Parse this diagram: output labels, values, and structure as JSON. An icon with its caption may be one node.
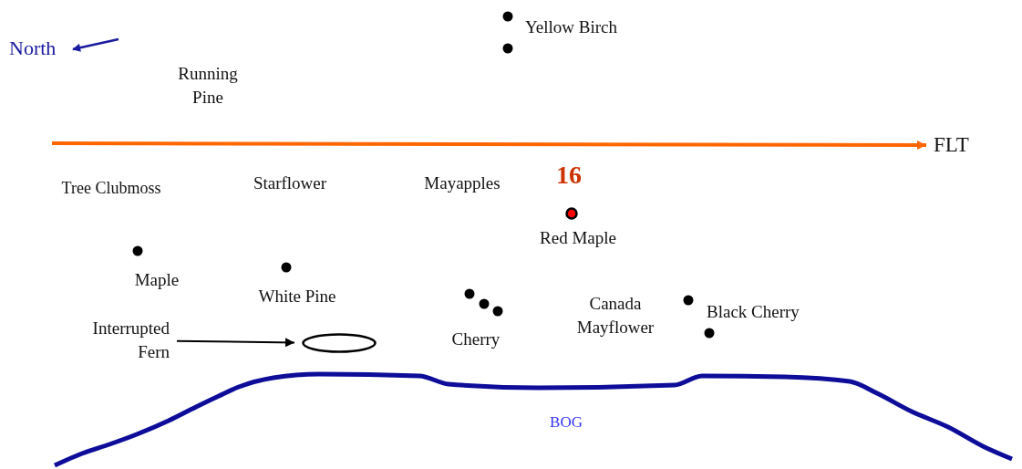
{
  "diagram": {
    "nodes": [
      {
        "text": [
          "Interrupted Fern"
        ]
      },
      {
        "text": [],
        "shape": "ellipse"
      },
      {
        "text": [
          "FLT"
        ]
      }
    ],
    "edges": [
      {
        "from": 0,
        "to": 1,
        "arrow": "to"
      },
      {
        "from": null,
        "to": 2,
        "arrow": "to",
        "style": "thick",
        "color": "#ff6600"
      }
    ],
    "labels": [
      "North",
      "Yellow Birch",
      "Running Pine",
      "Tree Clubmoss",
      "Starflower",
      "Mayapples",
      "16",
      "Red Maple",
      "Maple",
      "White Pine",
      "Cherry",
      "Canada Mayflower",
      "Black Cherry",
      "BOG"
    ]
  }
}
